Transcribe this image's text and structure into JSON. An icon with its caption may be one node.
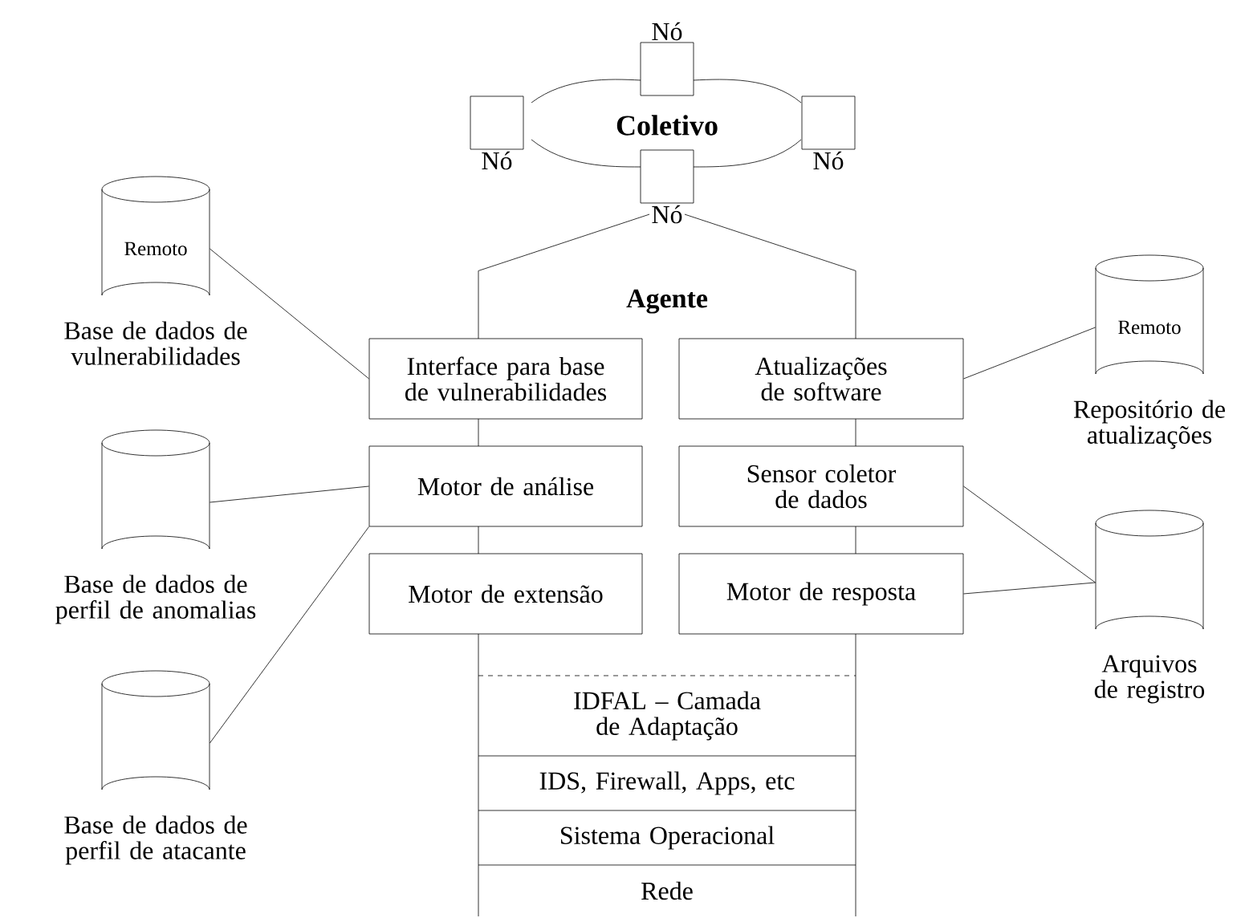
{
  "diagram": {
    "nodes": [
      {
        "text": [
          "Coletivo"
        ]
      },
      {
        "text": [
          "Nó"
        ]
      },
      {
        "text": [
          "Nó"
        ]
      },
      {
        "text": [
          "Nó"
        ]
      },
      {
        "text": [
          "Nó"
        ]
      },
      {
        "text": [
          "Agente"
        ]
      },
      {
        "text": [
          "Interface para base de vulnerabilidades"
        ]
      },
      {
        "text": [
          "Atualizações de software"
        ]
      },
      {
        "text": [
          "Motor de análise"
        ]
      },
      {
        "text": [
          "Sensor coletor de dados"
        ]
      },
      {
        "text": [
          "Motor de extensão"
        ]
      },
      {
        "text": [
          "Motor de resposta"
        ]
      },
      {
        "text": [
          "IDFAL – Camada de Adaptação"
        ],
        "in": 5
      },
      {
        "text": [
          "IDS, Firewall, Apps, etc"
        ],
        "in": 5
      },
      {
        "text": [
          "Sistema Operacional"
        ],
        "in": 5
      },
      {
        "text": [
          "Rede"
        ],
        "in": 5
      },
      {
        "text": [
          "Remoto"
        ],
        "beside": [
          "Base de dados de vulnerabilidades"
        ]
      },
      {
        "text": [
          "Remoto"
        ],
        "beside": [
          "Repositório de atualizações"
        ]
      },
      {
        "text": [],
        "shape": "cylinder",
        "beside": [
          "Base de dados de perfil de anomalias"
        ]
      },
      {
        "text": [],
        "shape": "cylinder",
        "beside": [
          "Arquivos de registro"
        ]
      },
      {
        "text": [],
        "shape": "cylinder",
        "beside": [
          "Base de dados de perfil de atacante"
        ]
      }
    ],
    "edges": [
      {
        "from": 4,
        "to": 5,
        "arrow": "none"
      },
      {
        "from": 16,
        "to": 6,
        "arrow": "none"
      },
      {
        "from": 18,
        "to": 8,
        "arrow": "none"
      },
      {
        "from": 20,
        "to": 8,
        "arrow": "none"
      },
      {
        "from": 7,
        "to": 17,
        "arrow": "none"
      },
      {
        "from": 9,
        "to": 19,
        "arrow": "none"
      },
      {
        "from": 11,
        "to": 19,
        "arrow": "none"
      }
    ]
  }
}
